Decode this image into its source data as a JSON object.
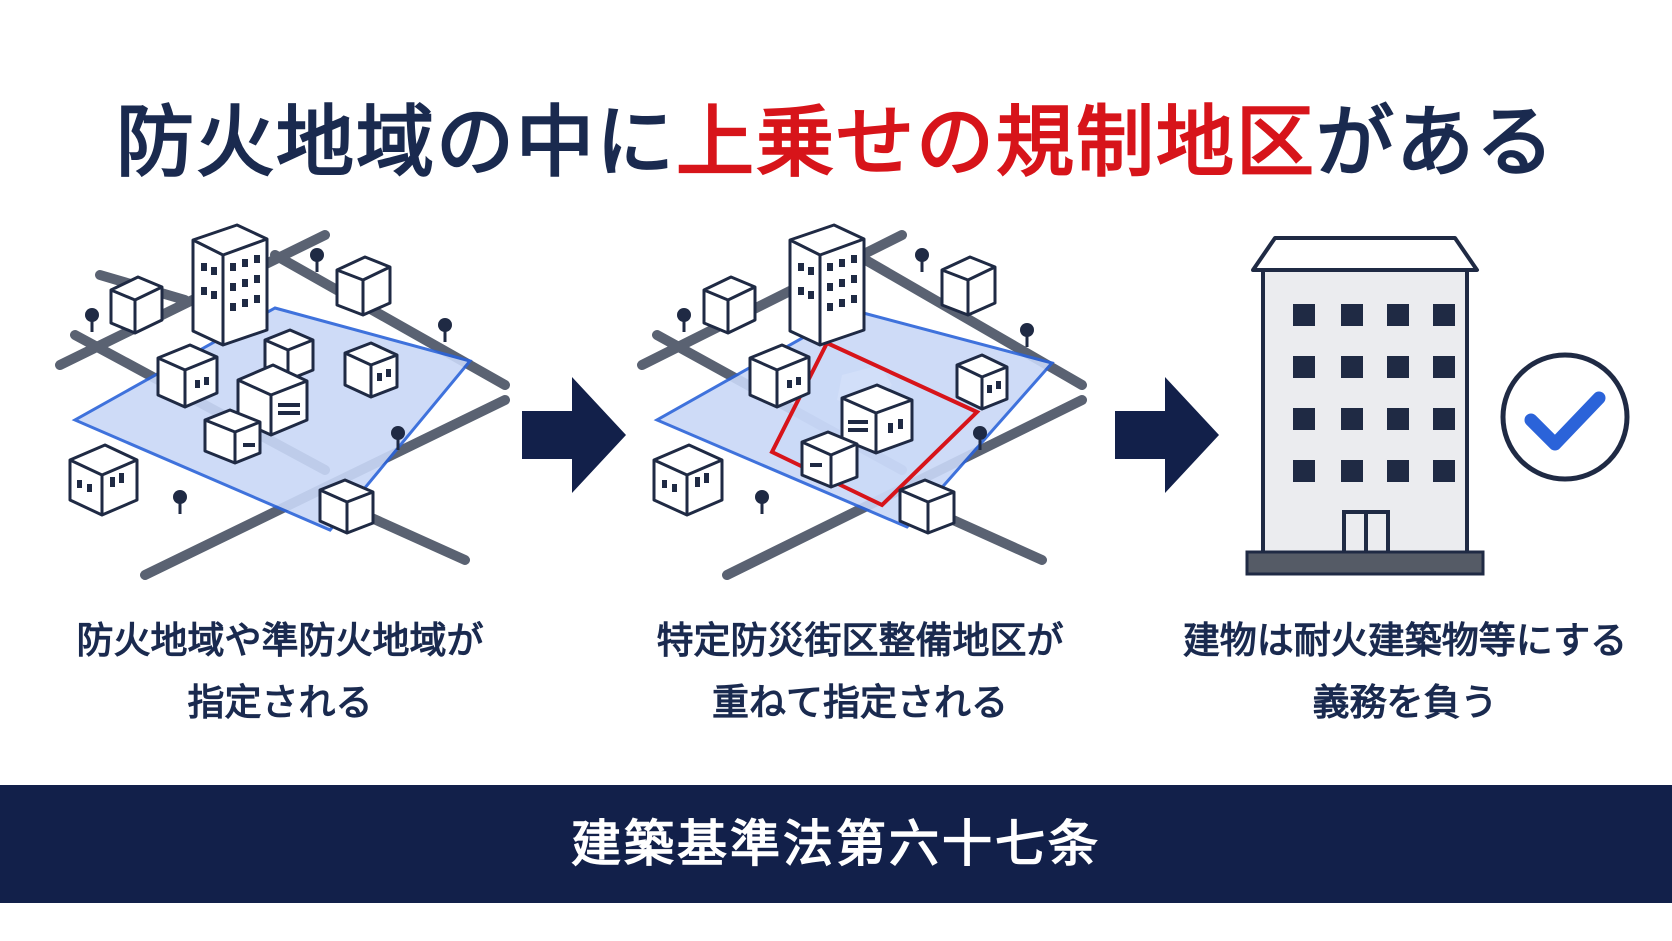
{
  "title": {
    "prefix": "防火地域の中に",
    "highlight": "上乗せの規制地区",
    "suffix": "がある"
  },
  "steps": [
    {
      "line1": "防火地域や準防火地域が",
      "line2": "指定される"
    },
    {
      "line1": "特定防災街区整備地区が",
      "line2": "重ねて指定される"
    },
    {
      "line1": "建物は耐火建築物等にする",
      "line2": "義務を負う"
    }
  ],
  "footer": {
    "label": "建築基準法第六十七条"
  },
  "icons": {
    "scene1": "city-fire-zone-icon",
    "scene2": "city-disaster-block-icon",
    "arrow": "right-arrow-icon",
    "building": "fireproof-building-icon",
    "check": "check-circle-icon"
  },
  "colors": {
    "navy": "#1a2a4f",
    "red": "#d7141a",
    "zone_fill": "#c9d8f7",
    "zone_stroke": "#2b63d9",
    "footer_bg": "#12204a"
  }
}
